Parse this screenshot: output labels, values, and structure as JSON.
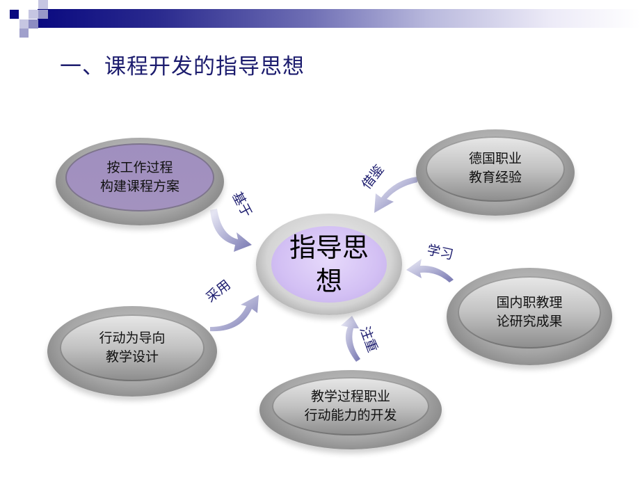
{
  "slide": {
    "title": "一、课程开发的指导思想",
    "colors": {
      "title": "#1c1c6e",
      "bar_start": "#0a0a80",
      "arrow": "#8484b8",
      "center_fill": "#d3c0f4",
      "purple_node_fill": "#a392bf",
      "gray_node_fill": "#b0b0b0"
    }
  },
  "diagram": {
    "center": {
      "line1": "指导思",
      "line2": "想"
    },
    "nodes": [
      {
        "id": "top-left",
        "line1": "按工作过程",
        "line2": "构建课程方案",
        "connector": "基于"
      },
      {
        "id": "top-right",
        "line1": "德国职业",
        "line2": "教育经验",
        "connector": "借鉴"
      },
      {
        "id": "right",
        "line1": "国内职教理",
        "line2": "论研究成果",
        "connector": "学习"
      },
      {
        "id": "bottom",
        "line1": "教学过程职业",
        "line2": "行动能力的开发",
        "connector": "注重"
      },
      {
        "id": "left",
        "line1": "行动为导向",
        "line2": "教学设计",
        "connector": "采用"
      }
    ]
  }
}
